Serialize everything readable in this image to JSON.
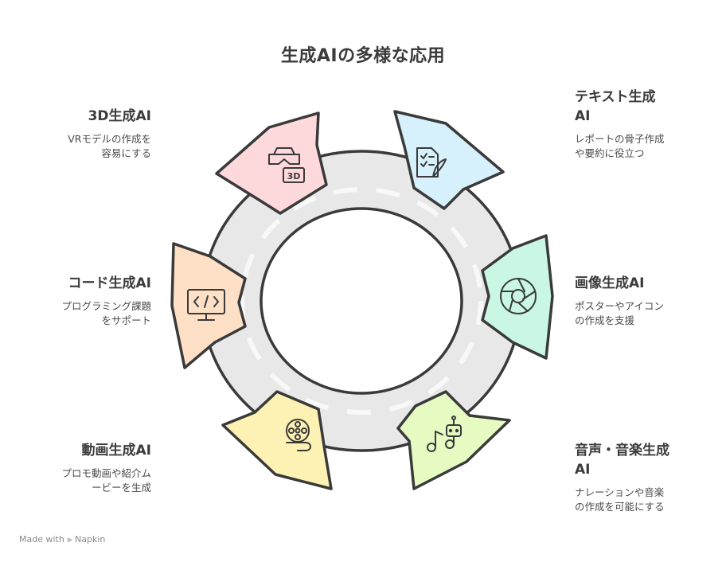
{
  "title": "生成AIの多様な応用",
  "items": [
    {
      "title": "3D生成AI",
      "desc_line1": "VRモデルの作成を",
      "desc_line2": "容易にする",
      "color": "#fdd9dc",
      "icon": "vr-goggles-3d-icon"
    },
    {
      "title_line1": "テキスト生成",
      "title_line2": "AI",
      "desc_line1": "レポートの骨子作成",
      "desc_line2": "や要約に役立つ",
      "color": "#d6f1fc",
      "icon": "checklist-quill-icon"
    },
    {
      "title": "画像生成AI",
      "desc_line1": "ポスターやアイコン",
      "desc_line2": "の作成を支援",
      "color": "#c9f7e3",
      "icon": "camera-aperture-icon"
    },
    {
      "title_line1": "音声・音楽生成",
      "title_line2": "AI",
      "desc_line1": "ナレーションや音楽",
      "desc_line2": "の作成を可能にする",
      "color": "#e5fbc2",
      "icon": "robot-music-note-icon"
    },
    {
      "title": "動画生成AI",
      "desc_line1": "プロモ動画や紹介ム",
      "desc_line2": "ービーを生成",
      "color": "#fdf2b3",
      "icon": "film-reel-icon"
    },
    {
      "title": "コード生成AI",
      "desc_line1": "プログラミング課題",
      "desc_line2": "をサポート",
      "color": "#fde0c6",
      "icon": "code-monitor-icon"
    }
  ],
  "footer": {
    "made_with": "Made with",
    "brand": "Napkin"
  }
}
